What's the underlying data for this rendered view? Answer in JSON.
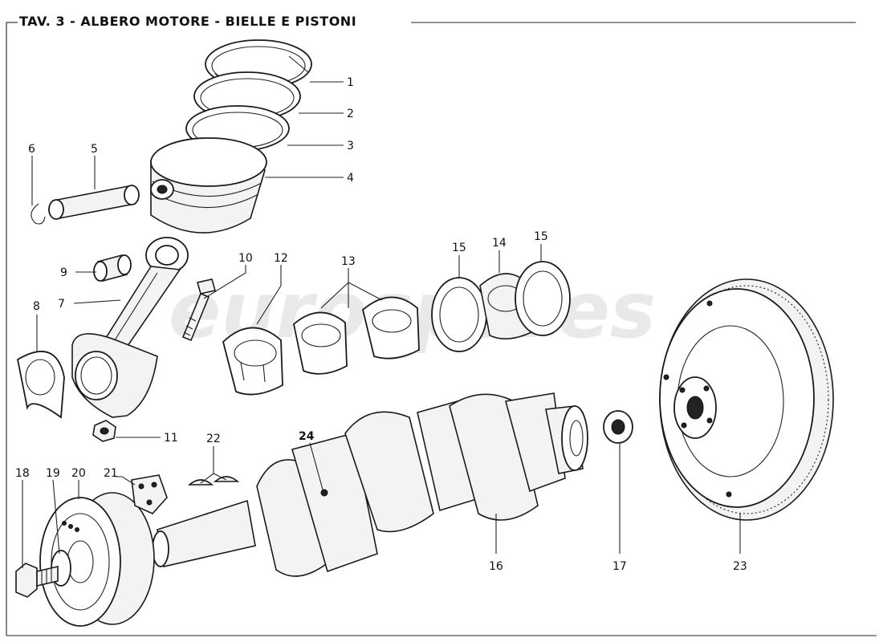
{
  "title": "TAV. 3 - ALBERO MOTORE - BIELLE E PISTONI",
  "watermark": "eurospares",
  "callouts": [
    {
      "label": "1",
      "part": "piston ring"
    },
    {
      "label": "2",
      "part": "piston ring"
    },
    {
      "label": "3",
      "part": "piston ring"
    },
    {
      "label": "4",
      "part": "piston"
    },
    {
      "label": "5",
      "part": "piston pin"
    },
    {
      "label": "6",
      "part": "circlip"
    },
    {
      "label": "7",
      "part": "connecting rod"
    },
    {
      "label": "8",
      "part": "big end bearing"
    },
    {
      "label": "9",
      "part": "small end bush"
    },
    {
      "label": "10",
      "part": "rod bolt"
    },
    {
      "label": "11",
      "part": "rod nut"
    },
    {
      "label": "12",
      "part": "main bearing"
    },
    {
      "label": "13",
      "part": "main bearings"
    },
    {
      "label": "14",
      "part": "thrust bearing"
    },
    {
      "label": "15",
      "part": "thrust washers"
    },
    {
      "label": "16",
      "part": "crankshaft"
    },
    {
      "label": "17",
      "part": "pilot bearing"
    },
    {
      "label": "18",
      "part": "pulley bolt"
    },
    {
      "label": "19",
      "part": "washer"
    },
    {
      "label": "20",
      "part": "pulley"
    },
    {
      "label": "21",
      "part": "lock plate"
    },
    {
      "label": "22",
      "part": "woodruff keys"
    },
    {
      "label": "23",
      "part": "flywheel"
    },
    {
      "label": "24",
      "part": "plug"
    }
  ],
  "colors": {
    "ink": "#1a1a1a",
    "paper": "#ffffff",
    "watermark": "#e9e9e9"
  }
}
